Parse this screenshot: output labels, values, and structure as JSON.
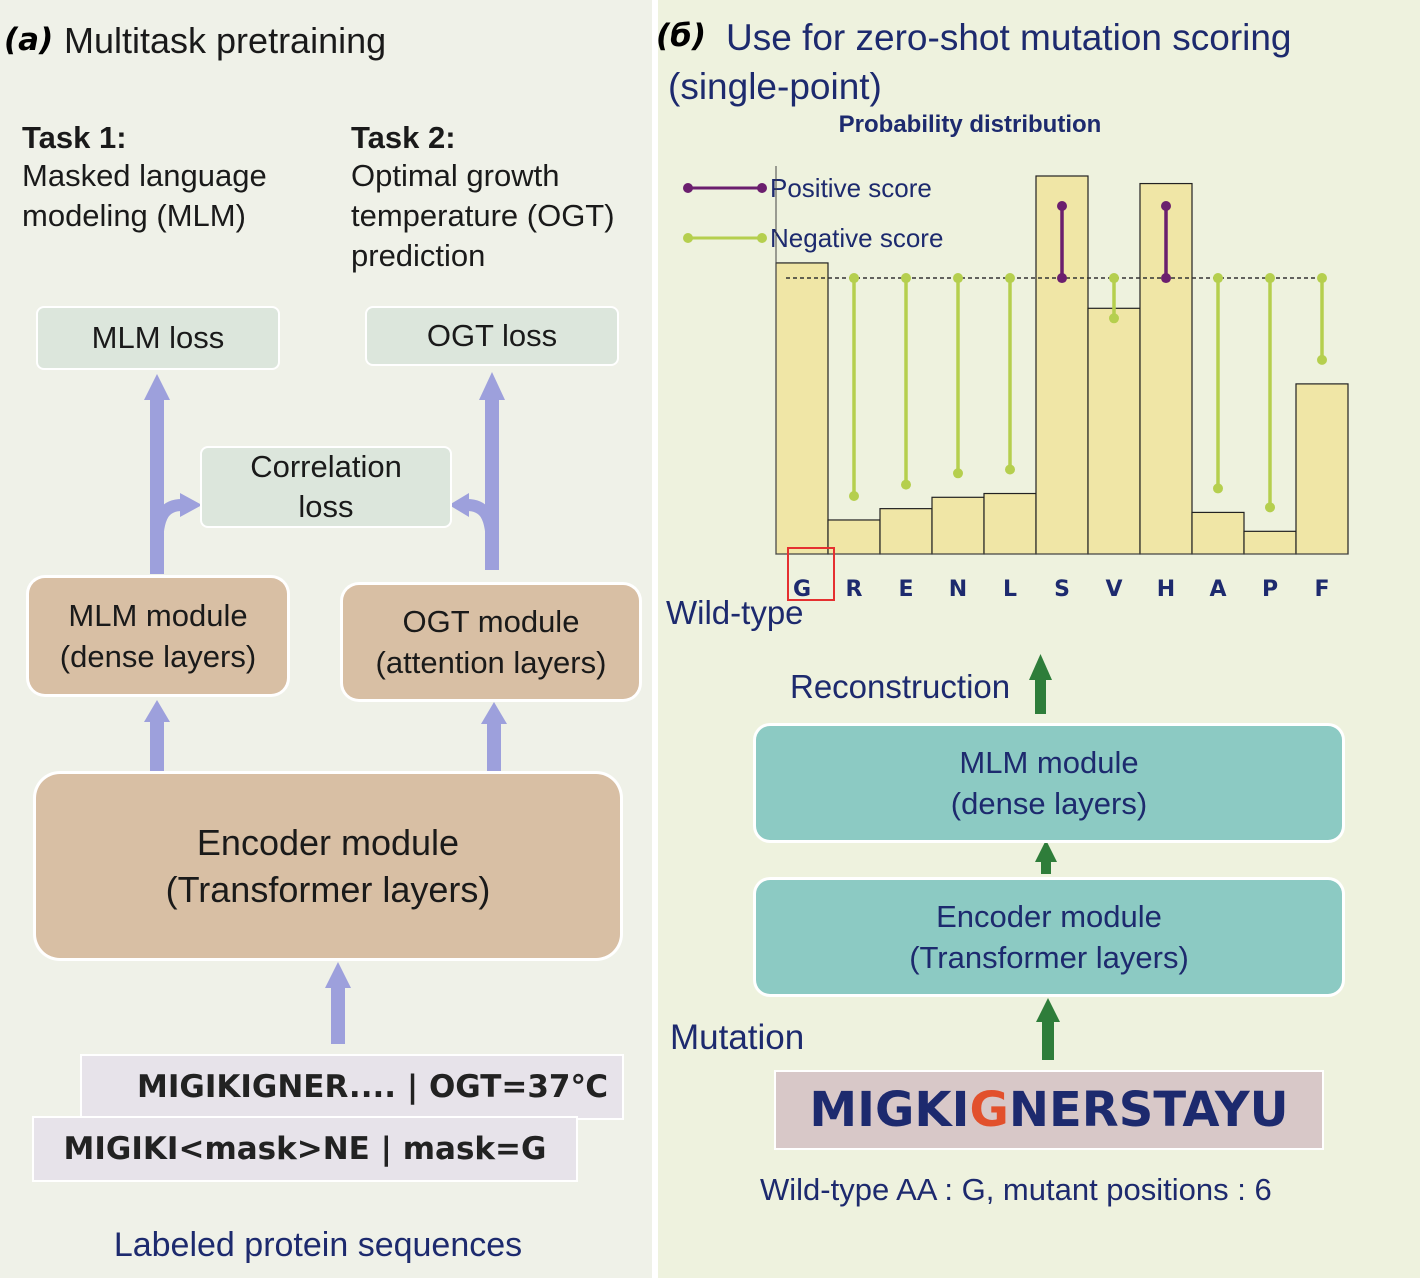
{
  "panel_a": {
    "label": "(a)",
    "title": "Multitask pretraining",
    "task1": {
      "head": "Task 1:",
      "line1": "Masked language",
      "line2": "modeling (MLM)"
    },
    "task2": {
      "head": "Task 2:",
      "line1": "Optimal growth",
      "line2": "temperature (OGT)",
      "line3": "prediction"
    },
    "mlm_loss": "MLM loss",
    "ogt_loss": "OGT loss",
    "correlation_loss": {
      "line1": "Correlation",
      "line2": "loss"
    },
    "mlm_module": {
      "line1": "MLM module",
      "line2": "(dense layers)"
    },
    "ogt_module": {
      "line1": "OGT module",
      "line2": "(attention layers)"
    },
    "encoder": {
      "line1": "Encoder module",
      "line2": "(Transformer layers)"
    },
    "seq_top": "MIGIKIGNER.... | OGT=37℃",
    "seq_bottom": "MIGIKI<mask>NE | mask=G",
    "footer": "Labeled protein sequences",
    "arrow_color": "#9da0dc"
  },
  "panel_b": {
    "label": "(б)",
    "title_line1": "Use for zero-shot mutation scoring",
    "title_line2": "(single-point)",
    "wild_type_label": "Wild-type",
    "reconstruction_label": "Reconstruction",
    "mlm_module": {
      "line1": "MLM module",
      "line2": "(dense layers)"
    },
    "encoder": {
      "line1": "Encoder module",
      "line2": "(Transformer layers)"
    },
    "mutation_label": "Mutation",
    "sequence": {
      "before": "MIGKI",
      "mutant": "G",
      "after": "NERSTAYU"
    },
    "footer": "Wild-type AA : G, mutant positions : 6",
    "arrow_color": "#2e7d3a",
    "mutant_color": "#e2502c"
  },
  "chart_data": {
    "type": "bar",
    "title": "Probability distribution",
    "categories": [
      "G",
      "R",
      "E",
      "N",
      "L",
      "S",
      "V",
      "H",
      "A",
      "P",
      "F"
    ],
    "values": [
      0.77,
      0.09,
      0.12,
      0.15,
      0.16,
      1.0,
      0.65,
      0.98,
      0.11,
      0.06,
      0.45
    ],
    "highlighted_category": "G",
    "reference_value": 0.73,
    "ylim": [
      0,
      1
    ],
    "bar_color": "#f0e6a6",
    "legend": [
      {
        "name": "Positive score",
        "color": "#6b1f6e"
      },
      {
        "name": "Negative score",
        "color": "#b5cf4e"
      }
    ],
    "legend_position": "top-left"
  }
}
